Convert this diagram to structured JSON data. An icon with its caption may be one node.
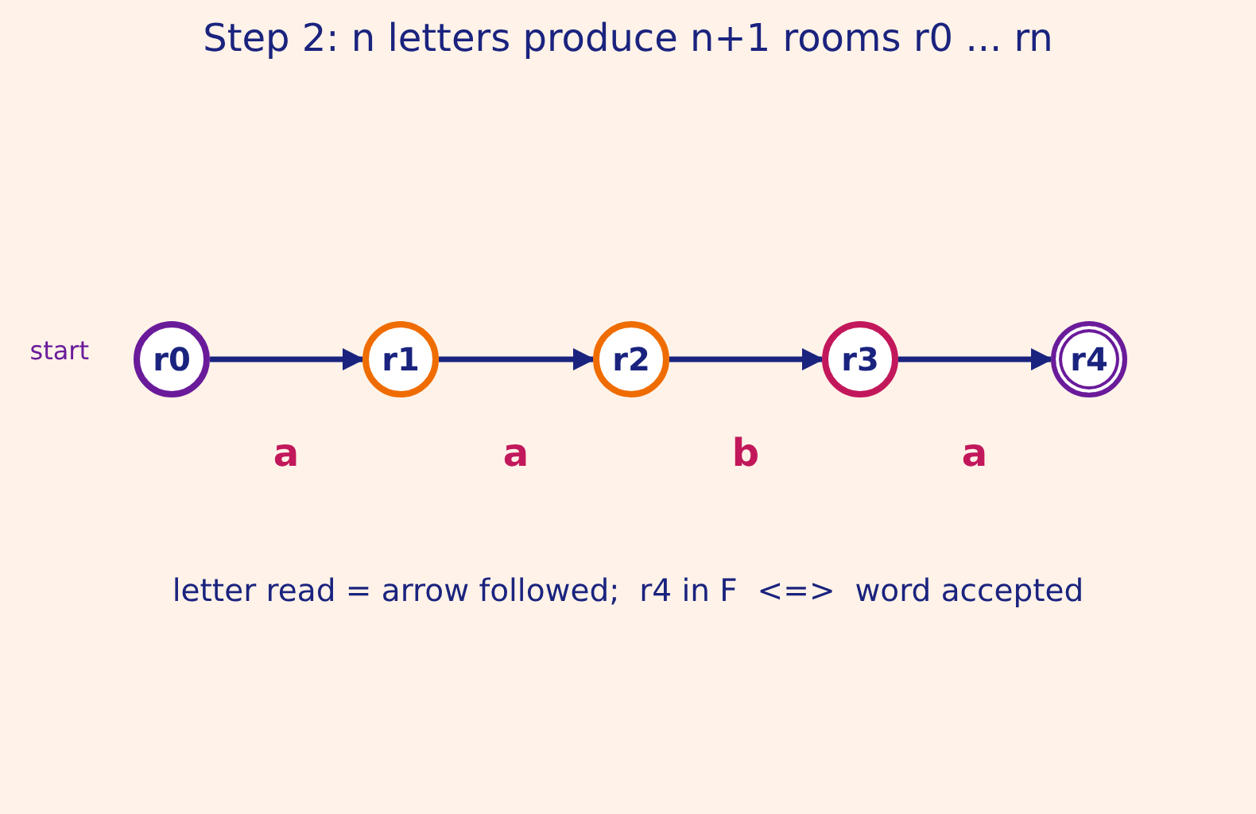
{
  "diagram": {
    "title": "Step 2: n letters produce n+1 rooms r0 ... rn",
    "nodes": [
      {
        "text": [
          "r0"
        ],
        "beside": [
          "start"
        ]
      },
      {
        "text": [
          "r1"
        ]
      },
      {
        "text": [
          "r2"
        ]
      },
      {
        "text": [
          "r3"
        ]
      },
      {
        "text": [
          "r4"
        ]
      }
    ],
    "edges": [
      {
        "from": 0,
        "to": 1,
        "arrow": "to",
        "label": "a"
      },
      {
        "from": 1,
        "to": 2,
        "arrow": "to",
        "label": "a"
      },
      {
        "from": 2,
        "to": 3,
        "arrow": "to",
        "label": "b"
      },
      {
        "from": 3,
        "to": 4,
        "arrow": "to",
        "label": "a"
      }
    ],
    "labels": [
      "letter read = arrow followed;  r4 in F  <=>  word accepted"
    ]
  }
}
